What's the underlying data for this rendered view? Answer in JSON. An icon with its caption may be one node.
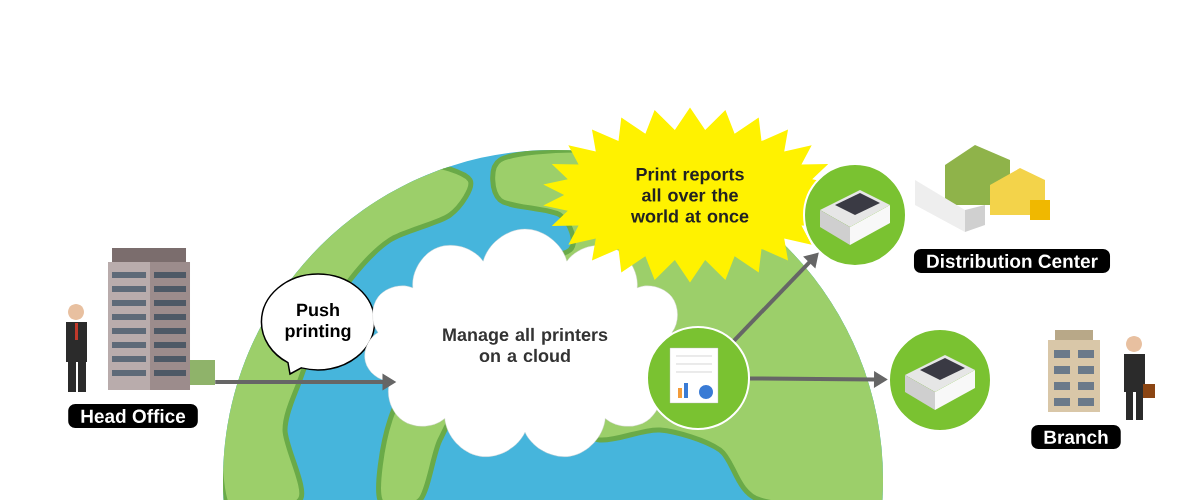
{
  "diagram": {
    "nodes": [
      {
        "text": [],
        "shape": "picture",
        "beside": [
          "Head Office"
        ]
      },
      {
        "text": [
          "Push printing"
        ]
      },
      {
        "text": [
          "Manage all printers on a cloud"
        ]
      },
      {
        "text": [],
        "shape": "circle"
      },
      {
        "text": [
          "Print reports all over the world at once"
        ]
      },
      {
        "text": [],
        "shape": "circle",
        "beside": [
          "Distribution Center"
        ]
      },
      {
        "text": [],
        "shape": "circle",
        "beside": [
          "Branch"
        ]
      }
    ],
    "edges": [
      {
        "from": 0,
        "to": 2,
        "arrow": "to"
      },
      {
        "from": 3,
        "to": 5,
        "arrow": "to"
      },
      {
        "from": 3,
        "to": 6,
        "arrow": "to"
      }
    ]
  }
}
